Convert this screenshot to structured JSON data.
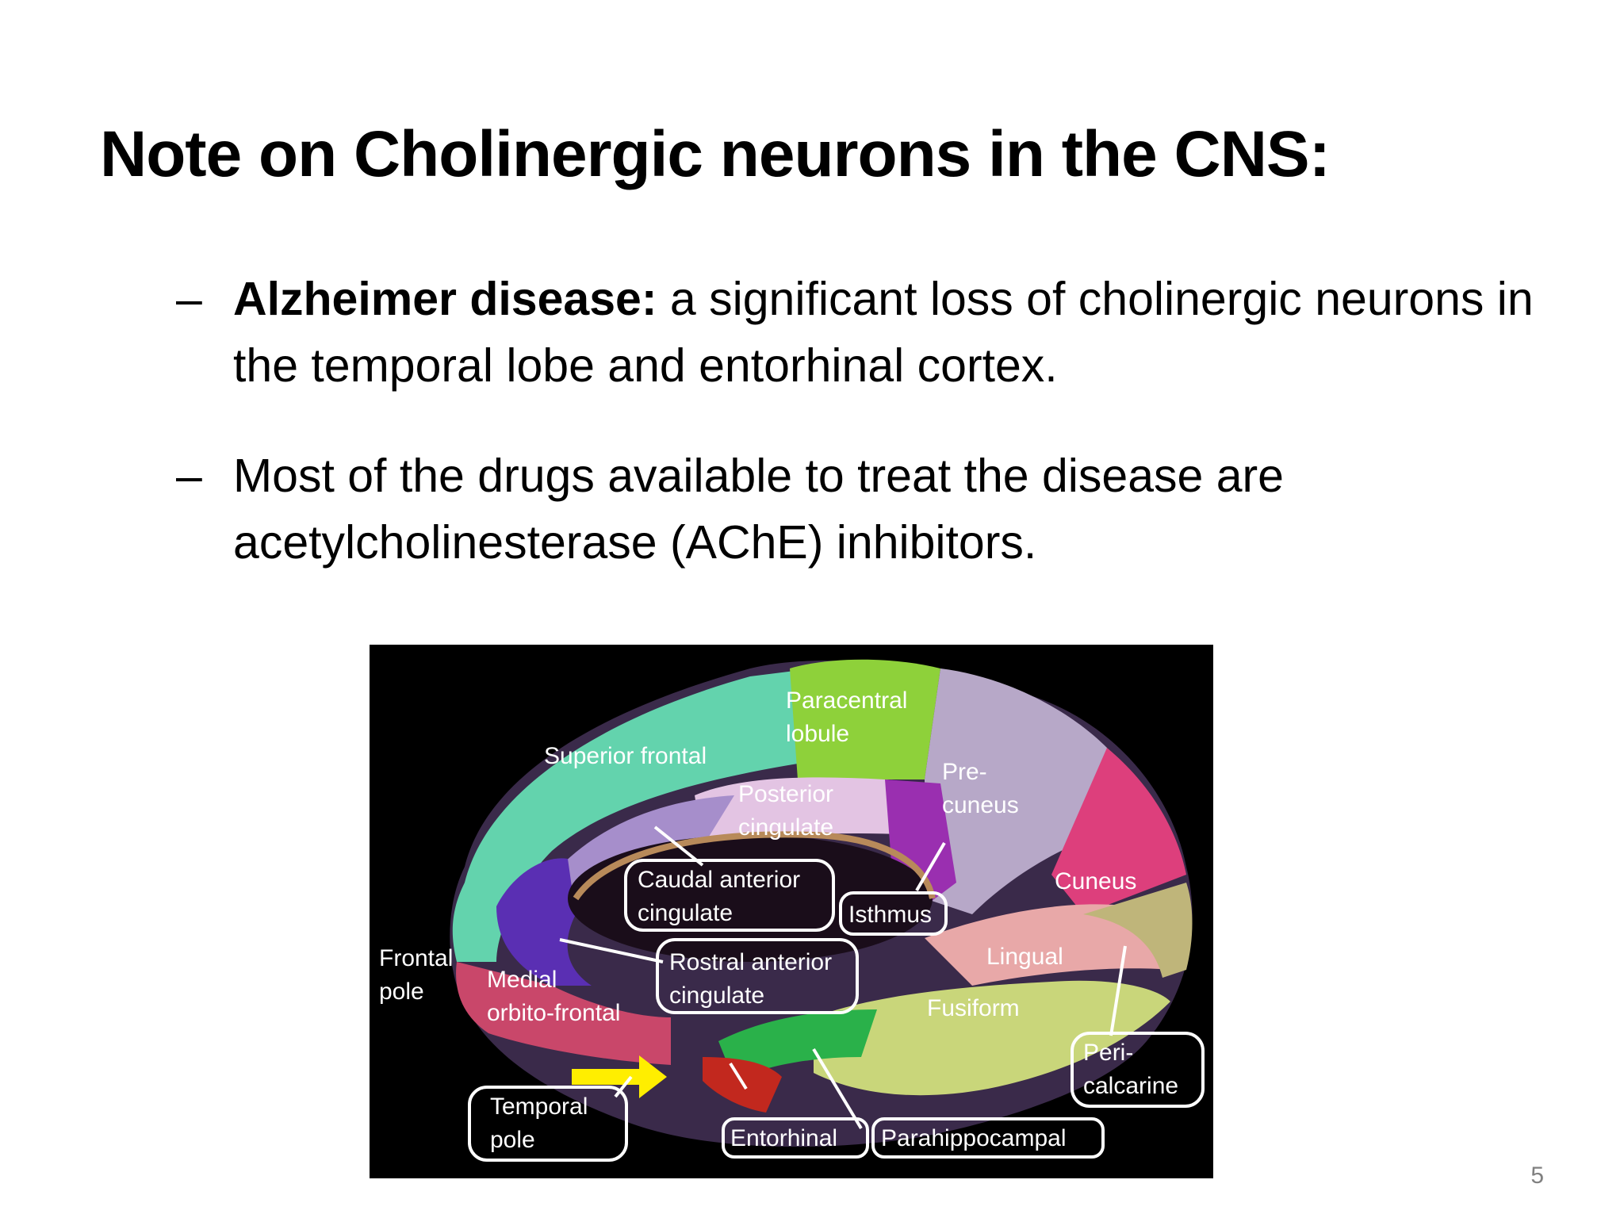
{
  "slide": {
    "title": "Note on Cholinergic neurons in the CNS:",
    "page_number": "5"
  },
  "bullets": [
    {
      "dash": "–",
      "lead": "Alzheimer disease:",
      "text": " a significant loss of cholinergic neurons in the temporal lobe and entorhinal cortex."
    },
    {
      "dash": "–",
      "lead": "",
      "text": "Most of the drugs available to treat the disease are acetylcholinesterase (AChE) inhibitors."
    }
  ],
  "figure": {
    "labels": {
      "superior_frontal": "Superior frontal",
      "paracentral_1": "Paracentral",
      "paracentral_2": "lobule",
      "precuneus_1": "Pre-",
      "precuneus_2": "cuneus",
      "posterior_cingulate_1": "Posterior",
      "posterior_cingulate_2": "cingulate",
      "caudal_anterior_cingulate_1": "Caudal anterior",
      "caudal_anterior_cingulate_2": "cingulate",
      "isthmus": "Isthmus",
      "cuneus": "Cuneus",
      "frontal_pole_1": "Frontal",
      "frontal_pole_2": "pole",
      "medial_orbitofrontal_1": "Medial",
      "medial_orbitofrontal_2": "orbito-frontal",
      "rostral_anterior_cingulate_1": "Rostral anterior",
      "rostral_anterior_cingulate_2": "cingulate",
      "lingual": "Lingual",
      "fusiform": "Fusiform",
      "pericalcarine_1": "Peri-",
      "pericalcarine_2": "calcarine",
      "temporal_pole_1": "Temporal",
      "temporal_pole_2": "pole",
      "entorhinal": "Entorhinal",
      "parahippocampal": "Parahippocampal"
    },
    "colors": {
      "superior_frontal": "#63d3ad",
      "paracentral": "#8ed13a",
      "precuneus": "#b7a8c8",
      "posterior_cingulate": "#e3c4e3",
      "isthmus": "#9a2fb0",
      "cuneus": "#dd3f7c",
      "medial_orbitofrontal": "#c9476a",
      "caudal_anterior_cingulate": "#a68ecb",
      "rostral_anterior_cingulate": "#5a2fb3",
      "lingual": "#e8a8a8",
      "fusiform": "#c9d67a",
      "pericalcarine": "#bfb57a",
      "parahippocampal": "#2ab14a",
      "entorhinal": "#c2281e",
      "arrow": "#ffee00"
    }
  }
}
